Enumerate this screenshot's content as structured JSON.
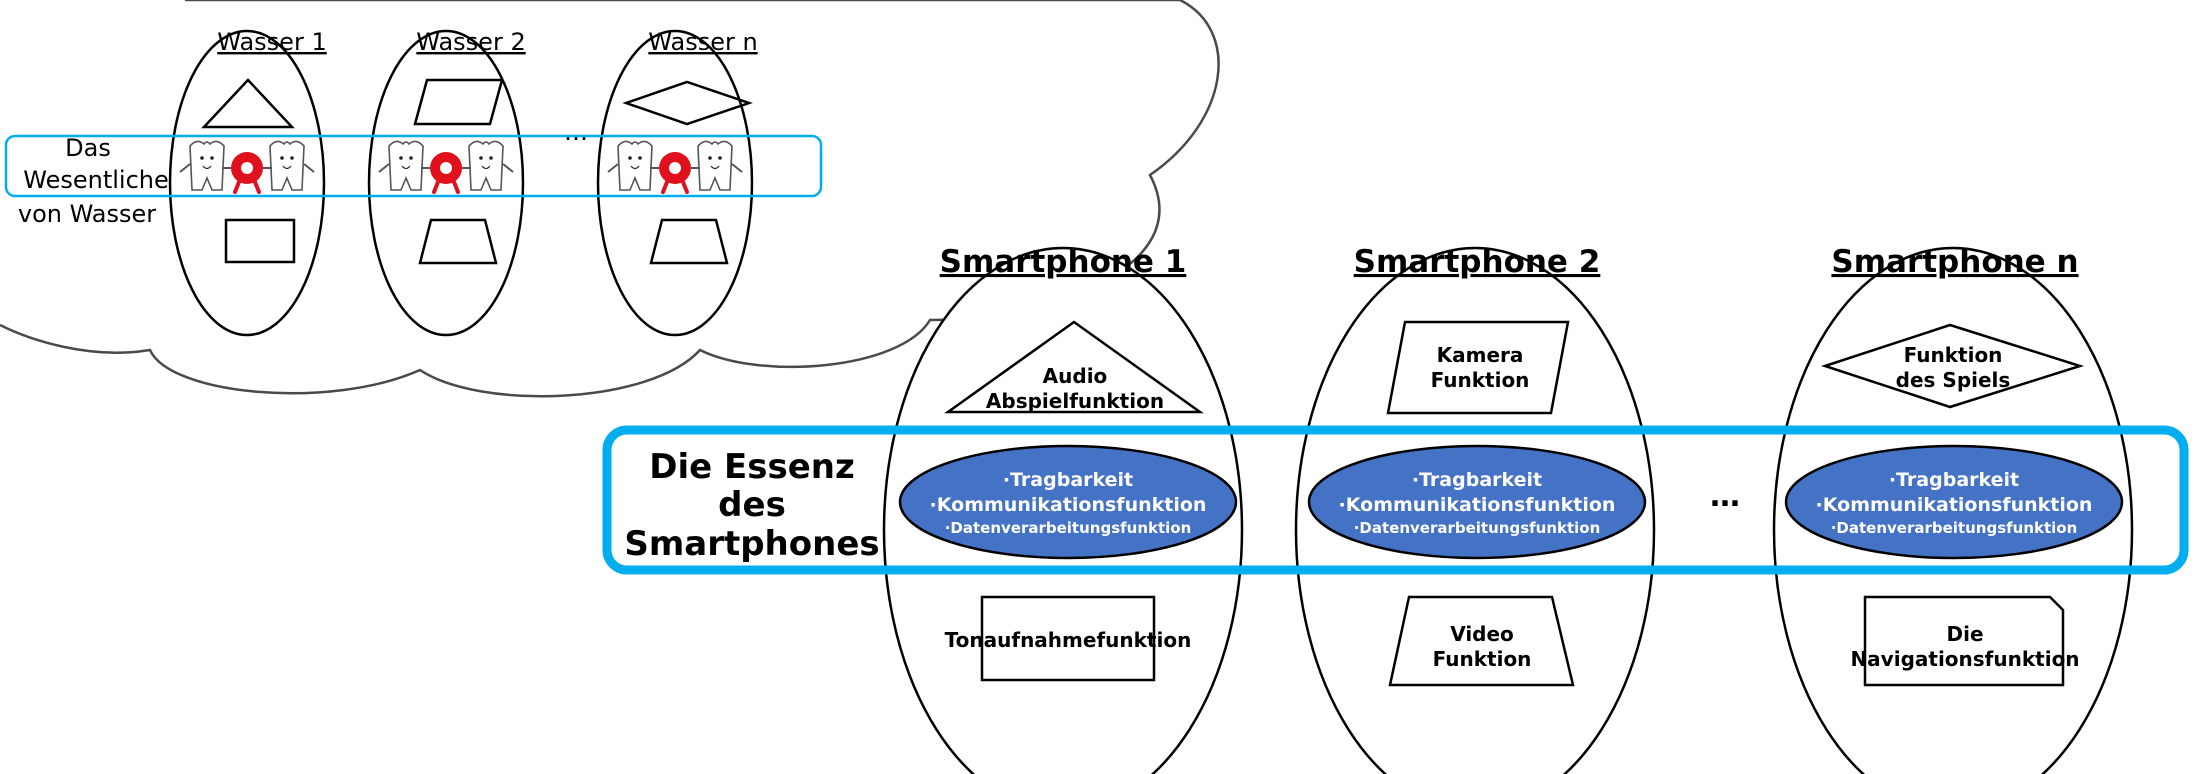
{
  "colors": {
    "cloud_stroke": "#4a4a4a",
    "highlight_blue": "#00aeef",
    "essence_fill": "#4472c4",
    "mascot_red": "#e0101d"
  },
  "water": {
    "essence_label": [
      "Das",
      "Wesentliche",
      "von Wasser"
    ],
    "ellipsis": "…",
    "columns": [
      {
        "title": "Wasser 1",
        "top_shape": "triangle-icon",
        "bottom_shape": "rectangle-icon"
      },
      {
        "title": "Wasser 2",
        "top_shape": "parallelogram-icon",
        "bottom_shape": "trapezoid-icon"
      },
      {
        "title": "Wasser n",
        "top_shape": "diamond-icon",
        "bottom_shape": "trapezoid-icon"
      }
    ]
  },
  "smartphones": {
    "essence_label": [
      "Die Essenz",
      "des",
      "Smartphones"
    ],
    "ellipsis": "…",
    "essence_lines": [
      "·Tragbarkeit",
      "·Kommunikationsfunktion",
      "·Datenverarbeitungsfunktion"
    ],
    "columns": [
      {
        "title": "Smartphone 1",
        "top_shape": "triangle-icon",
        "top_text": [
          "Audio",
          "Abspielfunktion"
        ],
        "bottom_shape": "rectangle-icon",
        "bottom_text": [
          "Tonaufnahmefunktion"
        ]
      },
      {
        "title": "Smartphone 2",
        "top_shape": "parallelogram-icon",
        "top_text": [
          "Kamera",
          "Funktion"
        ],
        "bottom_shape": "trapezoid-icon",
        "bottom_text": [
          "Video",
          "Funktion"
        ]
      },
      {
        "title": "Smartphone n",
        "top_shape": "diamond-icon",
        "top_text": [
          "Funktion",
          "des Spiels"
        ],
        "bottom_shape": "folded-rectangle-icon",
        "bottom_text": [
          "Die",
          "Navigationsfunktion"
        ]
      }
    ]
  }
}
